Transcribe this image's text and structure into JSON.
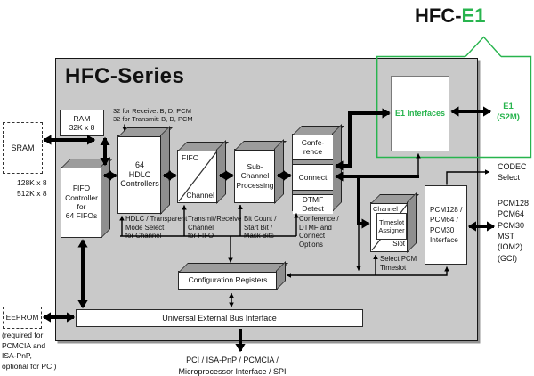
{
  "title": {
    "prefix": "HFC-",
    "suffix": "E1"
  },
  "chip_label": "HFC-Series",
  "blocks": {
    "ram": "RAM\n32K x 8",
    "sram": "SRAM",
    "fifo_controller": "FIFO\nController\nfor\n64 FIFOs",
    "hdlc": "64\nHDLC\nControllers",
    "fifo_channel": {
      "top": "FIFO",
      "bottom": "Channel"
    },
    "sub_channel": "Sub-\nChannel\nProcessing",
    "conference": "Confe-\nrence",
    "connect": "Connect",
    "dtmf": "DTMF\nDetect",
    "e1_interfaces": "E1 Interfaces",
    "timeslot": {
      "channel": "Channel",
      "assigner": "Timeslot\nAssigner",
      "slot": "Slot"
    },
    "pcm_interface": "PCM128 /\nPCM64 /\nPCM30\nInterface",
    "config_registers": "Configuration Registers",
    "bus_interface": "Universal External Bus Interface",
    "eeprom": "EEPROM"
  },
  "annotations": {
    "fifo_counts": "32 for Receive: B, D, PCM\n32 for Transmit: B, D, PCM",
    "sram_sizes": "128K x 8\n512K x 8",
    "hdlc_mode": "HDLC / Transparent\nMode Select\nfor Channel",
    "transmit_receive": "Transmit/Receive\nChannel\nfor FIFO",
    "bit_count": "Bit Count /\nStart Bit /\nMask Bits",
    "conference_options": "Conference /\nDTMF and\nConnect\nOptions",
    "select_pcm": "Select PCM\nTimeslot",
    "codec_select": "CODEC\nSelect",
    "pcm_list": "PCM128\nPCM64\nPCM30\nMST\n(IOM2)\n(GCI)",
    "e1_s2m": "E1\n(S2M)",
    "eeprom_note": "(required for\nPCMCIA and\nISA-PnP,\noptional for PCI)",
    "host_bus": "PCI / ISA-PnP / PCMCIA /\nMicroprocessor Interface / SPI"
  },
  "colors": {
    "green": "#28b44e",
    "chip_fill": "#c9c9c9",
    "face_top": "#9c9c9c",
    "face_side": "#8f8f8f"
  }
}
